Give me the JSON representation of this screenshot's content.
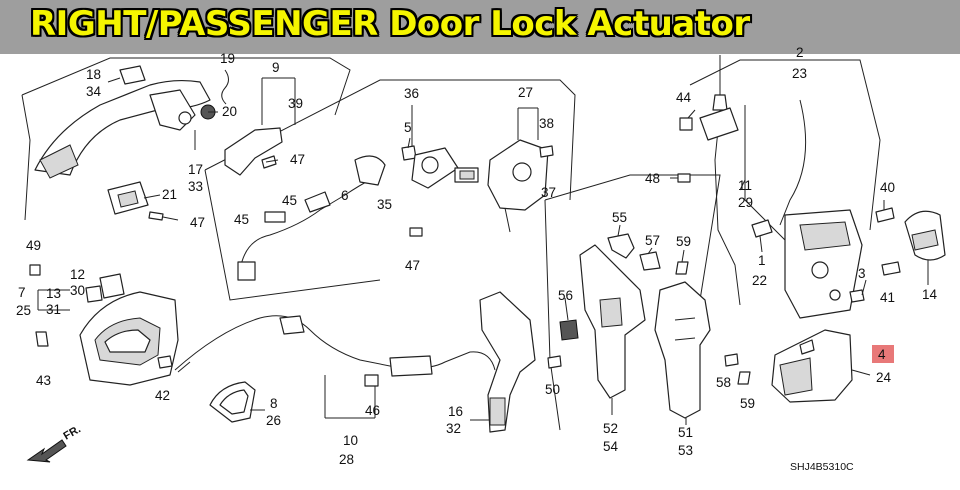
{
  "title": "RIGHT/PASSENGER Door Lock Actuator",
  "highlight_color": "#e87878",
  "title_color": "#f5f500",
  "banner_color": "#9e9e9e",
  "diagram_code": "SHJ4B5310C",
  "front_indicator": "FR.",
  "labels": {
    "l18": "18",
    "l34": "34",
    "l19": "19",
    "l20": "20",
    "l17": "17",
    "l33": "33",
    "l9": "9",
    "l39": "39",
    "l47a": "47",
    "l21": "21",
    "l47b": "47",
    "l36": "36",
    "l5": "5",
    "l27": "27",
    "l38": "38",
    "l6": "6",
    "l45a": "45",
    "l45b": "45",
    "l35": "35",
    "l37": "37",
    "l47c": "47",
    "l2": "2",
    "l23": "23",
    "l44": "44",
    "l48": "48",
    "l11": "11",
    "l29": "29",
    "l1": "1",
    "l22": "22",
    "l3": "3",
    "l40": "40",
    "l41": "41",
    "l14": "14",
    "l49": "49",
    "l12": "12",
    "l30": "30",
    "l7": "7",
    "l25": "25",
    "l13": "13",
    "l31": "31",
    "l43": "43",
    "l42": "42",
    "l8": "8",
    "l26": "26",
    "l10": "10",
    "l28": "28",
    "l46": "46",
    "l16": "16",
    "l32": "32",
    "l50": "50",
    "l56": "56",
    "l55": "55",
    "l57": "57",
    "l59a": "59",
    "l52": "52",
    "l54": "54",
    "l51": "51",
    "l53": "53",
    "l58": "58",
    "l59b": "59",
    "l4": "4",
    "l24": "24"
  }
}
